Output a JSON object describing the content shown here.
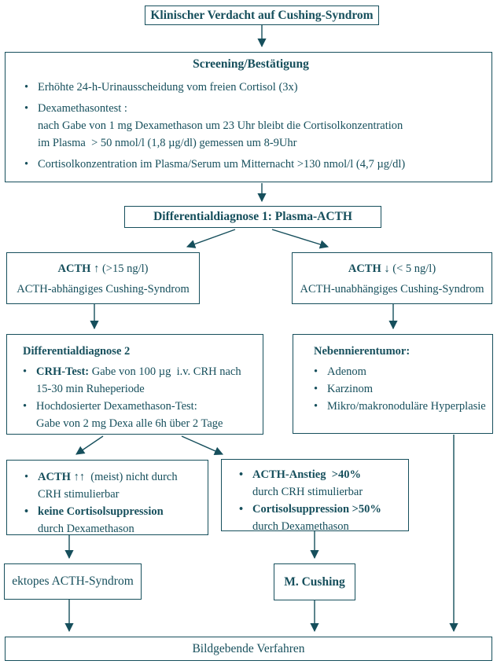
{
  "colors": {
    "ink": "#164f5c",
    "background": "#ffffff"
  },
  "title_box": {
    "label": "Klinischer Verdacht auf Cushing-Syndrom"
  },
  "screening": {
    "title": "Screening/Bestätigung",
    "bullet1": "Erhöhte 24-h-Urinausscheidung vom freien Cortisol (3x)",
    "bullet2_head": "Dexamethasontest :",
    "bullet2_line1": "nach Gabe von 1 mg Dexamethason um 23 Uhr bleibt die Cortisolkonzentration",
    "bullet2_line2": "im Plasma  > 50 nmol/l (1,8 µg/dl) gemessen um 8-9Uhr",
    "bullet3": "Cortisolkonzentration im Plasma/Serum um Mitternacht >130 nmol/l (4,7 µg/dl)"
  },
  "dd1": {
    "label": "Differentialdiagnose 1: Plasma-ACTH"
  },
  "acth_high": {
    "line1_bold": "ACTH",
    "line1_rest": " ↑ (>15 ng/l)",
    "line2": "ACTH-abhängiges Cushing-Syndrom"
  },
  "acth_low": {
    "line1_bold": "ACTH",
    "line1_rest": " ↓ (< 5 ng/l)",
    "line2": "ACTH-unabhängiges Cushing-Syndrom"
  },
  "dd2": {
    "title": "Differentialdiagnose 2",
    "b1_bold": "CRH-Test:",
    "b1_rest": " Gabe von 100 µg  i.v. CRH nach",
    "b1_line2": "15-30 min Ruheperiode",
    "b2_line1": "Hochdosierter Dexamethason-Test:",
    "b2_line2": "Gabe von 2 mg Dexa alle 6h über 2 Tage"
  },
  "adrenal": {
    "title": "Nebennierentumor:",
    "items": [
      "Adenom",
      "Karzinom",
      "Mikro/makronoduläre Hyperplasie"
    ]
  },
  "ectopic_criteria": {
    "b1_bold": "ACTH ↑↑",
    "b1_rest": "  (meist) nicht durch",
    "b1_line2": "CRH stimulierbar",
    "b2_bold": "keine Cortisolsuppression",
    "b2_line2": "durch Dexamethason"
  },
  "cushing_criteria": {
    "b1_bold": "ACTH-Anstieg  >40%",
    "b1_line2": "durch CRH stimulierbar",
    "b2_bold": "Cortisolsuppression >50%",
    "b2_line2": "durch Dexamethason"
  },
  "ectopic_box": {
    "label": "ektopes ACTH-Syndrom"
  },
  "cushing_box": {
    "label": "M. Cushing"
  },
  "imaging_box": {
    "label": "Bildgebende Verfahren"
  }
}
